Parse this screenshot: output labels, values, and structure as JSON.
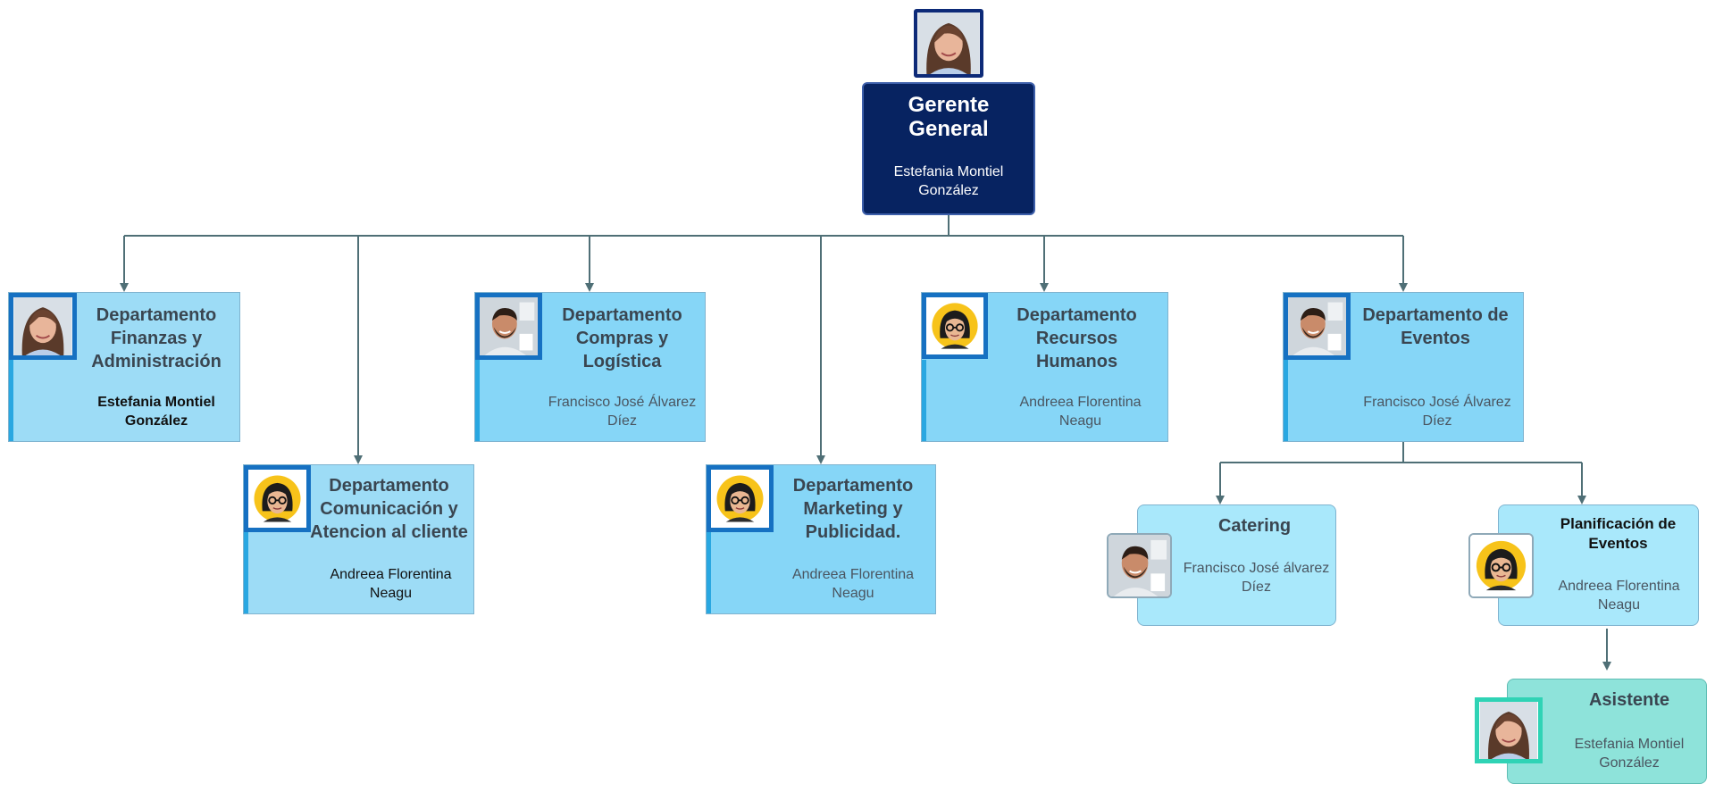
{
  "chart": {
    "root": {
      "title": "Gerente General",
      "name": "Estefania Montiel González",
      "photo": "woman-brown-hair-photo"
    },
    "departments": [
      {
        "title": "Departamento Finanzas y Administración",
        "name": "Estefania Montiel González",
        "photo": "woman-brown-hair-photo"
      },
      {
        "title": "Departamento Comunicación y Atencion al cliente",
        "name": "Andreea Florentina Neagu",
        "photo": "woman-glasses-avatar"
      },
      {
        "title": "Departamento Compras y Logística",
        "name": "Francisco José Álvarez Díez",
        "photo": "man-beard-photo"
      },
      {
        "title": "Departamento Marketing y Publicidad.",
        "name": "Andreea Florentina Neagu",
        "photo": "woman-glasses-avatar"
      },
      {
        "title": "Departamento Recursos Humanos",
        "name": "Andreea Florentina Neagu",
        "photo": "woman-glasses-avatar"
      },
      {
        "title": "Departamento de Eventos",
        "name": "Francisco José Álvarez Díez",
        "photo": "man-beard-photo"
      }
    ],
    "event_units": [
      {
        "title": "Catering",
        "name": "Francisco José álvarez Díez",
        "photo": "man-beard-photo"
      },
      {
        "title": "Planificación de Eventos",
        "name": "Andreea Florentina Neagu",
        "photo": "woman-glasses-avatar"
      }
    ],
    "assistant": {
      "title": "Asistente",
      "name": "Estefania Montiel González",
      "photo": "woman-brown-hair-photo"
    }
  },
  "colors": {
    "root_fill": "#072361",
    "department_fill": "#86d6f7",
    "unit_fill": "#a9e8fb",
    "assistant_fill": "#8ee3da",
    "connector": "#4f6f76",
    "photo_border": "#1671c2"
  }
}
